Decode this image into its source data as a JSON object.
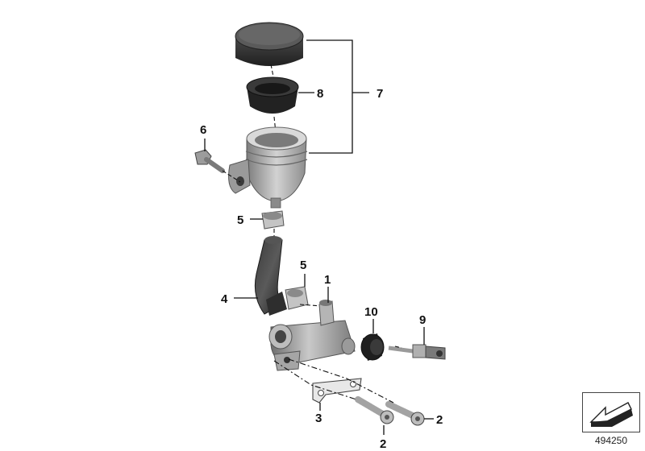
{
  "callouts": {
    "c1": "1",
    "c2a": "2",
    "c2b": "2",
    "c3": "3",
    "c4": "4",
    "c5a": "5",
    "c5b": "5",
    "c6": "6",
    "c7": "7",
    "c8": "8",
    "c9": "9",
    "c10": "10"
  },
  "reference": {
    "number": "494250",
    "icon": "arrow-navigation-icon"
  },
  "colors": {
    "part_dark": "#3a3a3a",
    "part_mid": "#8a8a8a",
    "part_light": "#c8c8c8",
    "line": "#111111"
  }
}
